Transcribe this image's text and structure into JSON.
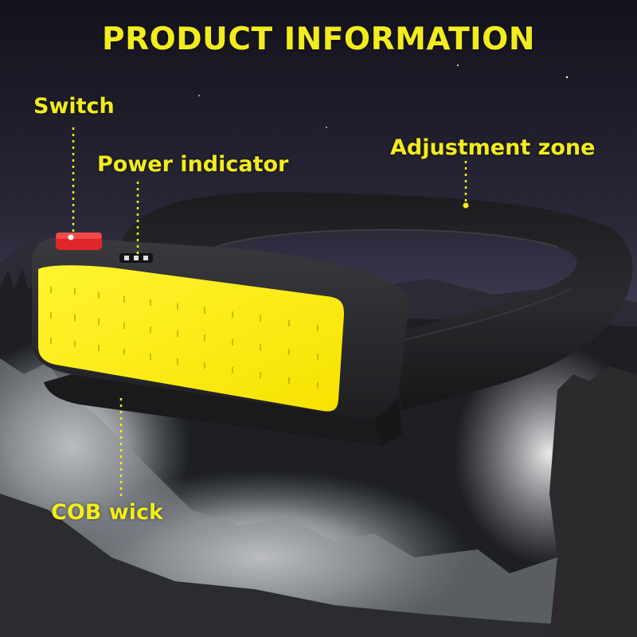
{
  "title": "PRODUCT INFORMATION",
  "callouts": {
    "switch": "Switch",
    "power_indicator": "Power indicator",
    "adjustment_zone": "Adjustment zone",
    "cob_wick": "COB wick"
  },
  "colors": {
    "label_yellow": "#f2ec1e",
    "cob_yellow": "#ffee1a",
    "switch_red": "#e0262a",
    "housing_black": "#26262a"
  }
}
